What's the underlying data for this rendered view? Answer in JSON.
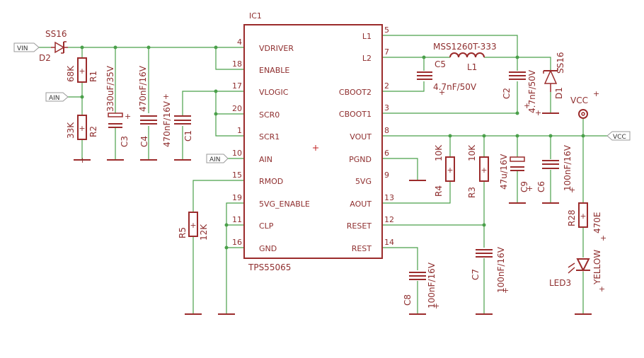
{
  "ic": {
    "ref": "IC1",
    "part": "TPS55065",
    "left_pins": [
      {
        "num": "4",
        "name": "VDRIVER"
      },
      {
        "num": "18",
        "name": "ENABLE"
      },
      {
        "num": "17",
        "name": "VLOGIC"
      },
      {
        "num": "20",
        "name": "SCR0"
      },
      {
        "num": "1",
        "name": "SCR1"
      },
      {
        "num": "10",
        "name": "AIN"
      },
      {
        "num": "15",
        "name": "RMOD"
      },
      {
        "num": "19",
        "name": "5VG_ENABLE"
      },
      {
        "num": "11",
        "name": "CLP"
      },
      {
        "num": "16",
        "name": "GND"
      }
    ],
    "right_pins": [
      {
        "num": "5",
        "name": "L1"
      },
      {
        "num": "7",
        "name": "L2"
      },
      {
        "num": "2",
        "name": "CBOOT2"
      },
      {
        "num": "3",
        "name": "CBOOT1"
      },
      {
        "num": "8",
        "name": "VOUT"
      },
      {
        "num": "6",
        "name": "PGND"
      },
      {
        "num": "9",
        "name": "5VG"
      },
      {
        "num": "13",
        "name": "AOUT"
      },
      {
        "num": "12",
        "name": "RESET"
      },
      {
        "num": "14",
        "name": "REST"
      }
    ]
  },
  "net_labels": {
    "vin": "VIN",
    "ain_left": "AIN",
    "ain_ic": "AIN",
    "vcc": "VCC"
  },
  "components": {
    "d2_part": "SS16",
    "d2_ref": "D2",
    "r1_ref": "R1",
    "r1_val": "68K",
    "r2_ref": "R2",
    "r2_val": "33K",
    "c3_ref": "C3",
    "c3_val": "330uF/35V",
    "c4_ref": "C4",
    "c4_val": "470nF/16V",
    "c1_ref": "C1",
    "c1_val": "470nF/16V",
    "r5_ref": "R5",
    "r5_val": "12K",
    "c5_ref": "C5",
    "c5_val": "4.7nF/50V",
    "l1_part": "MSS1260T-333",
    "l1_ref": "L1",
    "c2_ref": "C2",
    "c2_val": "4.7nF/50V",
    "d1_part": "SS16",
    "d1_ref": "D1",
    "vcc_supply": "VCC",
    "r4_ref": "R4",
    "r4_val": "10K",
    "r3_ref": "R3",
    "r3_val": "10K",
    "c9_ref": "C9",
    "c9_val": "47u/16V",
    "c6_ref": "C6",
    "c6_val": "100nF/16V",
    "r28_ref": "R28",
    "r28_val": "470E",
    "led3_ref": "LED3",
    "led3_color": "YELLOW",
    "c7_ref": "C7",
    "c7_val": "100nF/16V",
    "c8_ref": "C8",
    "c8_val": "100nF/16V"
  }
}
